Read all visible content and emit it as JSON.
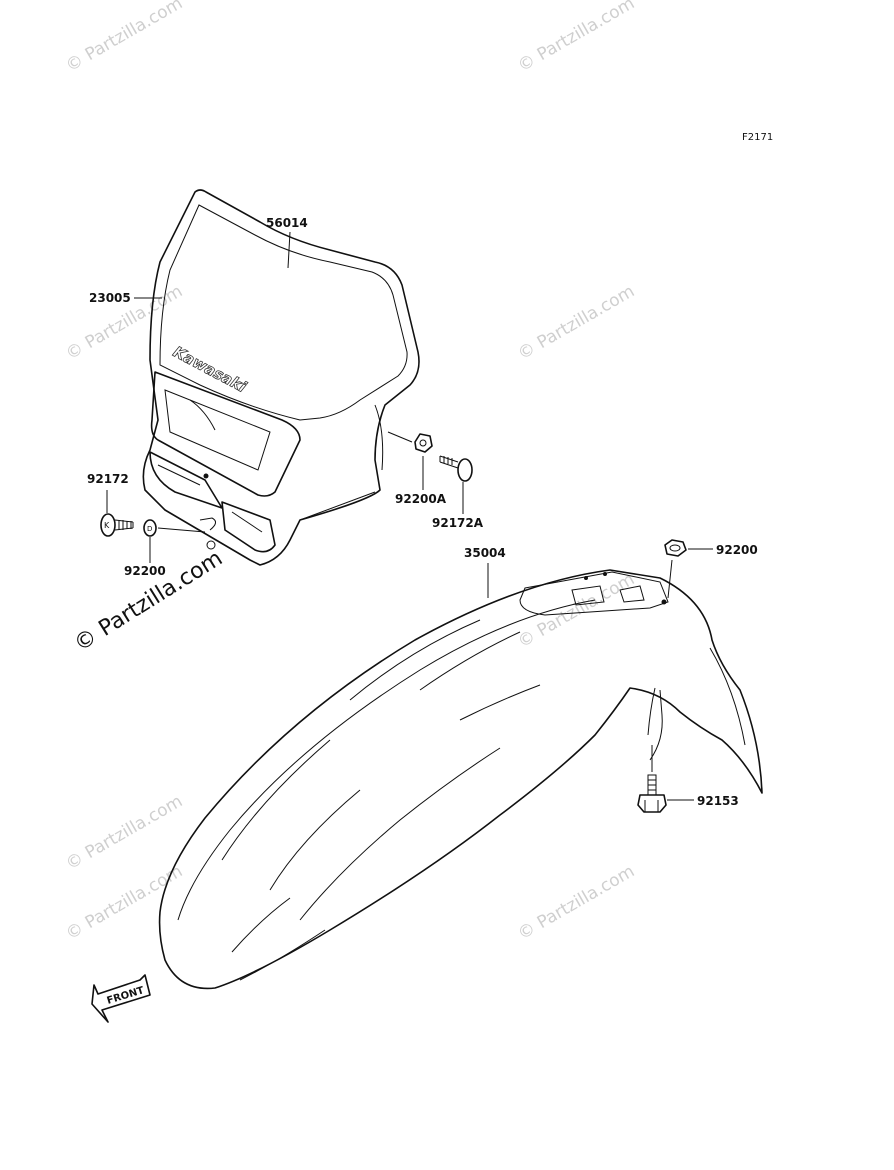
{
  "diagram": {
    "figure_code": "F2171",
    "brand_text": "Kawasaki",
    "front_label": "FRONT",
    "watermark": "© Partzilla.com",
    "parts": [
      {
        "id": "56014",
        "label": "56014"
      },
      {
        "id": "23005",
        "label": "23005"
      },
      {
        "id": "92172",
        "label": "92172"
      },
      {
        "id": "92200",
        "label": "92200"
      },
      {
        "id": "92200A",
        "label": "92200A"
      },
      {
        "id": "92172A",
        "label": "92172A"
      },
      {
        "id": "35004",
        "label": "35004"
      },
      {
        "id": "92200-fender",
        "label": "92200"
      },
      {
        "id": "92153",
        "label": "92153"
      }
    ]
  }
}
